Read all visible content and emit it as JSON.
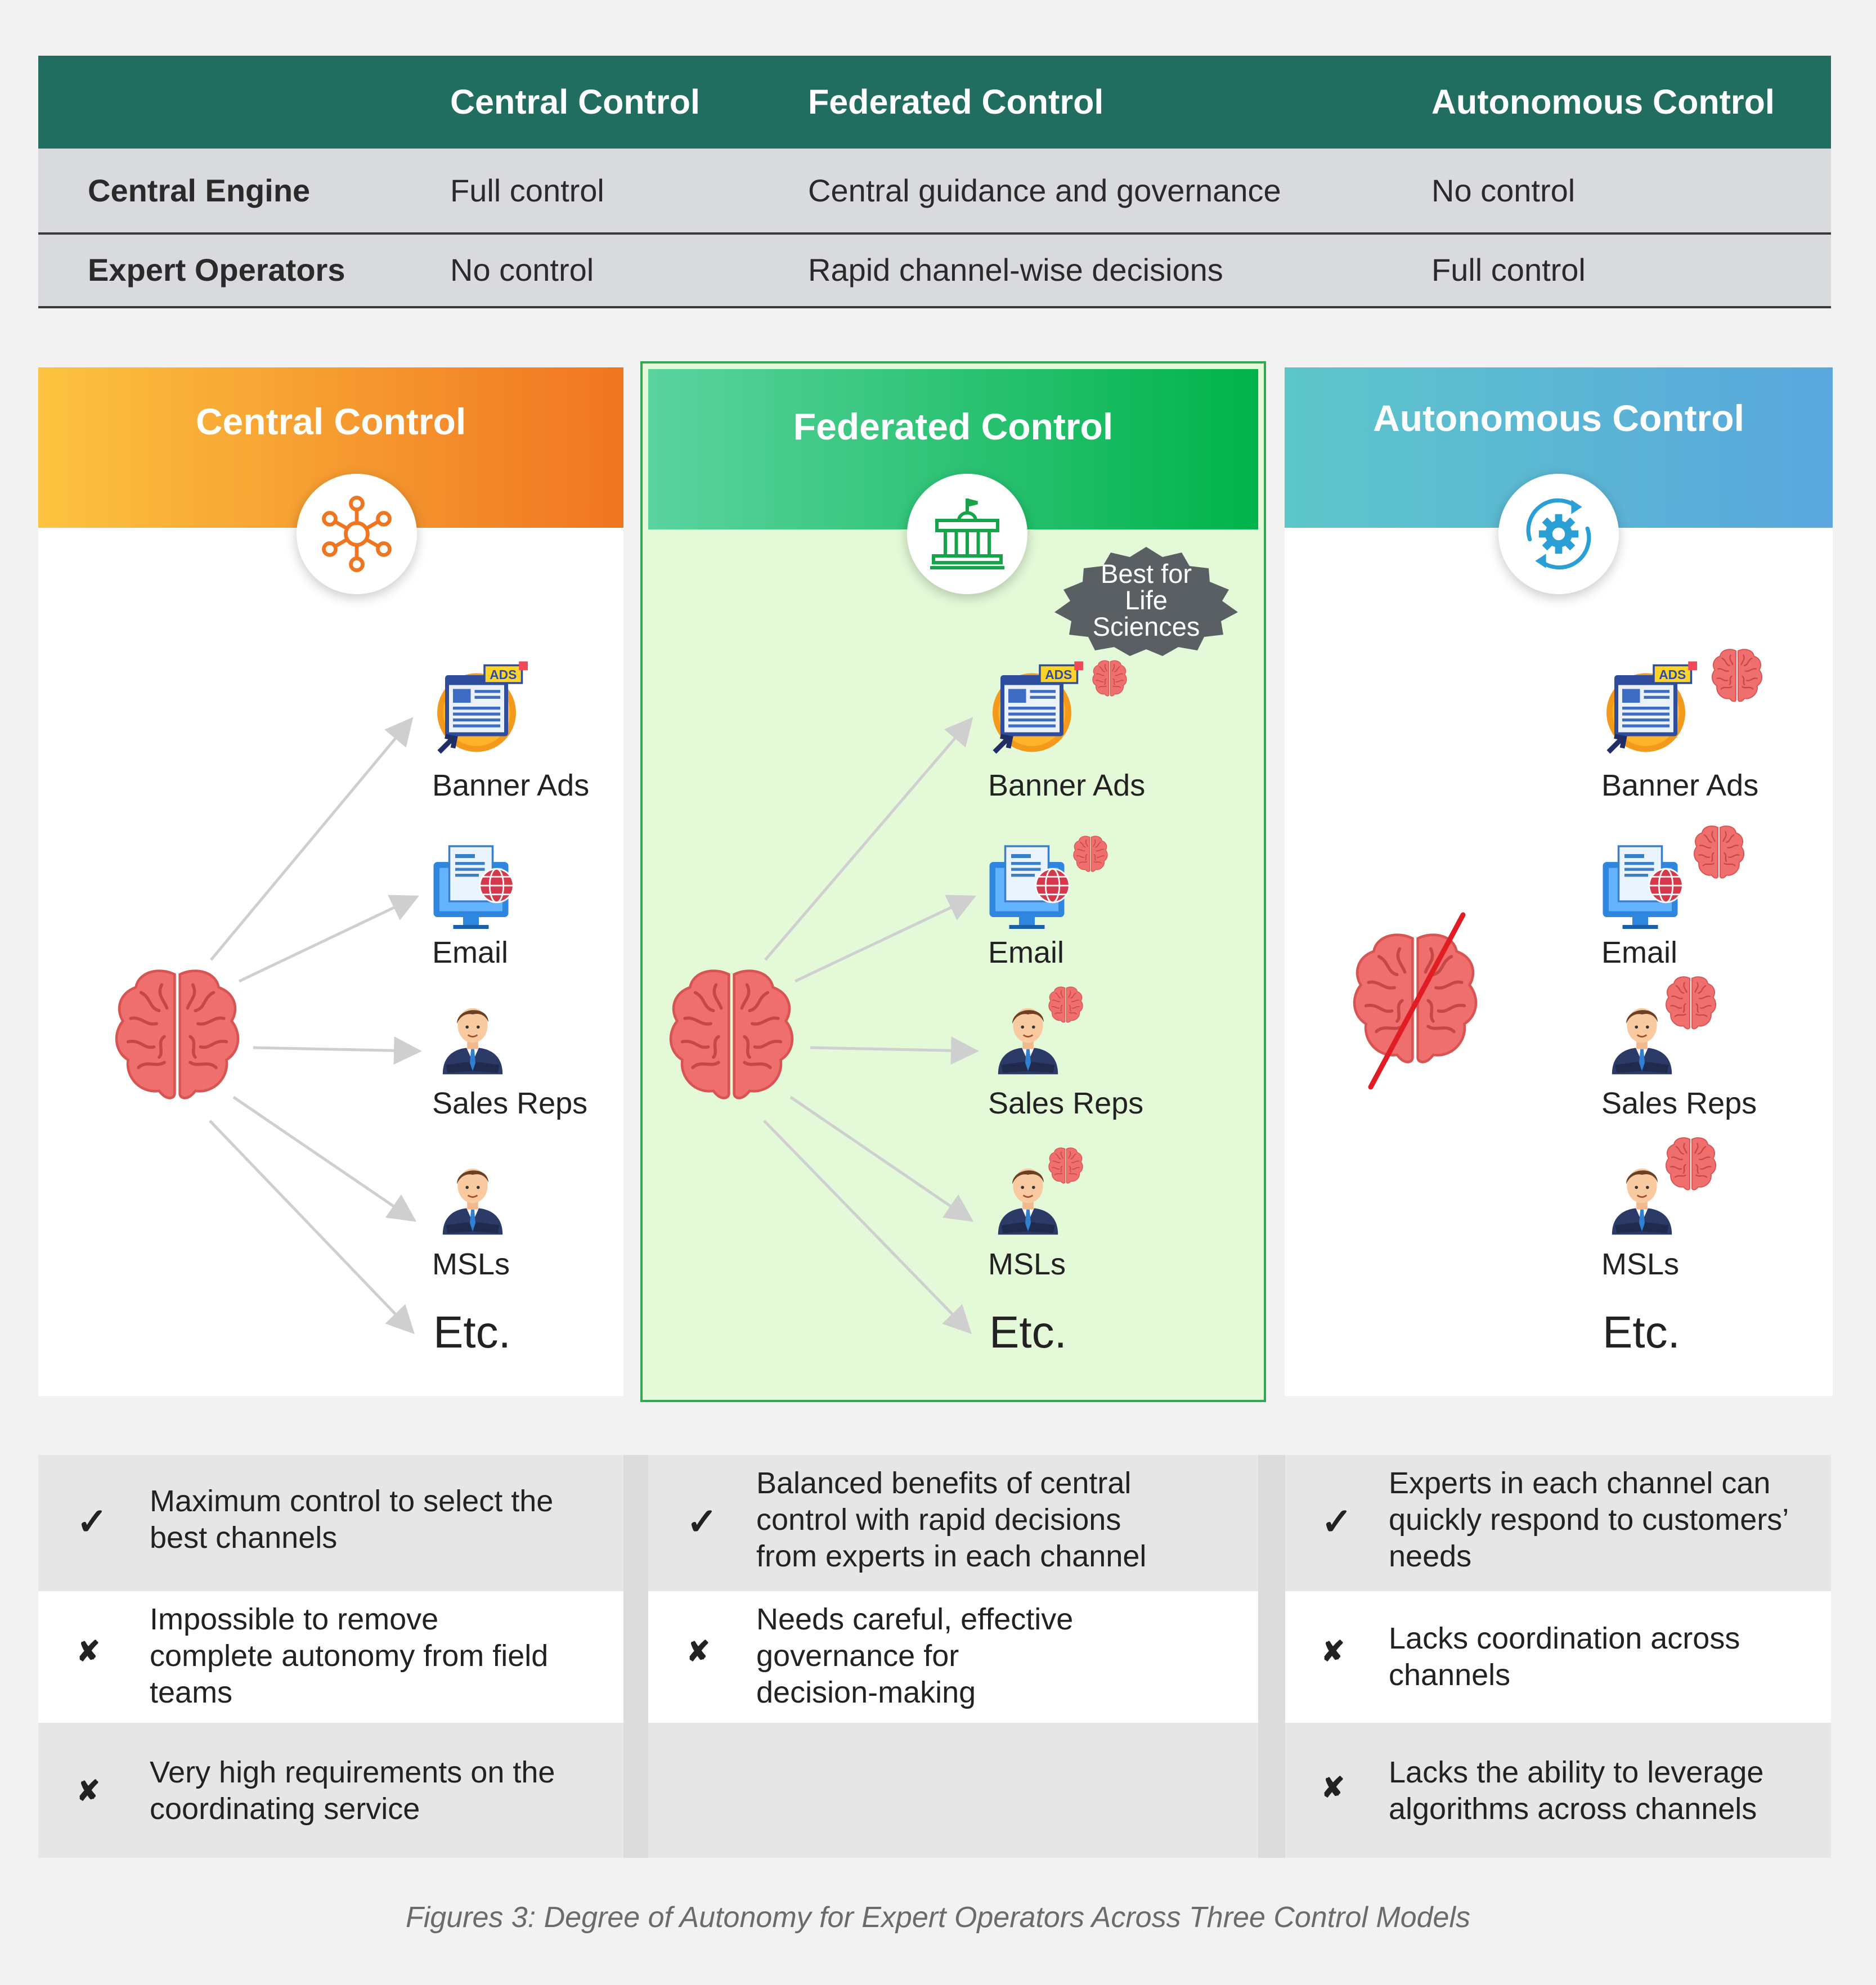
{
  "table": {
    "headers": [
      "",
      "Central Control",
      "Federated Control",
      "Autonomous Control"
    ],
    "rows": [
      {
        "label": "Central Engine",
        "central": "Full control",
        "federated": "Central guidance and governance",
        "autonomous": "No control"
      },
      {
        "label": "Expert Operators",
        "central": "No control",
        "federated": "Rapid channel-wise decisions",
        "autonomous": "Full control"
      }
    ]
  },
  "panels": [
    {
      "title": "Central Control",
      "icon": "network-hub-icon",
      "brain_status": "active"
    },
    {
      "title": "Federated Control",
      "icon": "government-building-icon",
      "brain_status": "active",
      "badge": "Best for Life Sciences",
      "badge_lines": [
        "Best for",
        "Life",
        "Sciences"
      ]
    },
    {
      "title": "Autonomous Control",
      "icon": "gear-cycle-icon",
      "brain_status": "crossed-out"
    }
  ],
  "channels": [
    "Banner Ads",
    "Email",
    "Sales Reps",
    "MSLs"
  ],
  "channels_more": "Etc.",
  "icons": {
    "brain": "brain-icon",
    "ads": "banner-ads-icon",
    "email": "email-icon",
    "person": "sales-person-icon"
  },
  "pros_cons": {
    "central": [
      {
        "type": "pro",
        "lines": [
          "Maximum control to select the",
          "best channels"
        ]
      },
      {
        "type": "con",
        "lines": [
          "Impossible to remove",
          "complete autonomy from field",
          "teams"
        ]
      },
      {
        "type": "con",
        "lines": [
          "Very high requirements on the",
          "coordinating service"
        ]
      }
    ],
    "federated": [
      {
        "type": "pro",
        "lines": [
          "Balanced benefits of central",
          "control with rapid decisions",
          "from experts in each channel"
        ]
      },
      {
        "type": "con",
        "lines": [
          "Needs careful, effective",
          "governance for",
          "decision-making"
        ]
      }
    ],
    "autonomous": [
      {
        "type": "pro",
        "lines": [
          "Experts in each channel can",
          "quickly respond to customers’",
          "needs"
        ]
      },
      {
        "type": "con",
        "lines": [
          "Lacks coordination across",
          "channels"
        ]
      },
      {
        "type": "con",
        "lines": [
          "Lacks the ability to leverage",
          "algorithms across channels"
        ]
      }
    ]
  },
  "marks": {
    "pro": "✓",
    "con": "✘"
  },
  "colors": {
    "table_header": "#216d5f",
    "table_row": "#d9dade",
    "central_gradient": [
      "#fcc340",
      "#f07521"
    ],
    "federated_gradient": [
      "#5bd3a0",
      "#00b34a"
    ],
    "federated_body": "#e3f9d7",
    "federated_border": "#32a852",
    "autonomous_gradient": [
      "#5cc6c8",
      "#5aa7df"
    ],
    "central_icon": "#f07521",
    "federated_icon": "#16a34a",
    "autonomous_icon": "#2a9fd6",
    "badge": "#5a5f63",
    "brain": "#ef6f6e",
    "slash": "#e11d23"
  },
  "caption": "Figures 3: Degree of Autonomy for Expert Operators Across Three Control Models"
}
